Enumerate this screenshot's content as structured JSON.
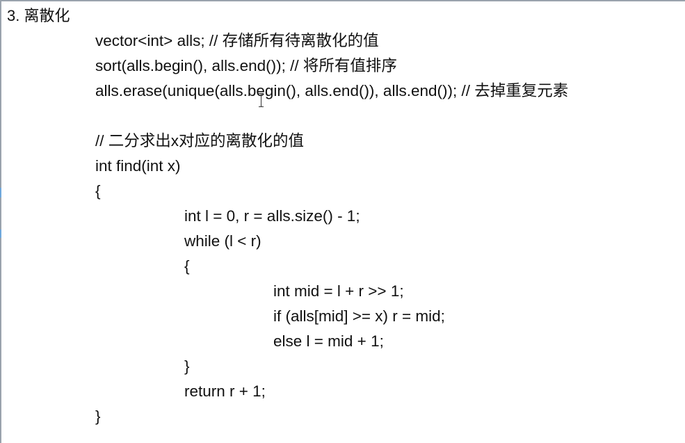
{
  "heading": "3. 离散化",
  "code_lines": [
    "vector<int> alls; // 存储所有待离散化的值",
    "sort(alls.begin(), alls.end()); // 将所有值排序",
    "alls.erase(unique(alls.begin(), alls.end()), alls.end()); // 去掉重复元素",
    "",
    "// 二分求出x对应的离散化的值",
    "int find(int x)",
    "{",
    "int l = 0, r = alls.size() - 1;",
    "while (l < r)",
    "{",
    "int mid = l + r >> 1;",
    "if (alls[mid] >= x) r = mid;",
    "else l = mid + 1;",
    "}",
    "return r + 1;",
    "}"
  ]
}
